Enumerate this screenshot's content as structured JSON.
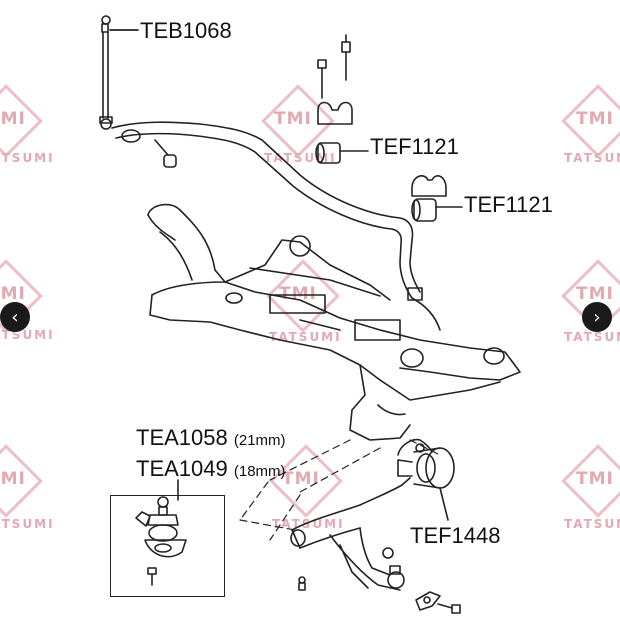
{
  "watermark": {
    "logo_text": "TMI",
    "brand_text": "TATSUMI"
  },
  "labels": {
    "teb1068": "TEB1068",
    "tef1121_a": "TEF1121",
    "tef1121_b": "TEF1121",
    "tea1058": "TEA1058",
    "tea1058_note": "(21mm)",
    "tea1049": "TEA1049",
    "tea1049_note": "(18mm)",
    "tef1448": "TEF1448"
  },
  "nav": {
    "prev_icon": "chevron-left-icon",
    "next_icon": "chevron-right-icon",
    "prev_glyph": "‹",
    "next_glyph": "›"
  }
}
